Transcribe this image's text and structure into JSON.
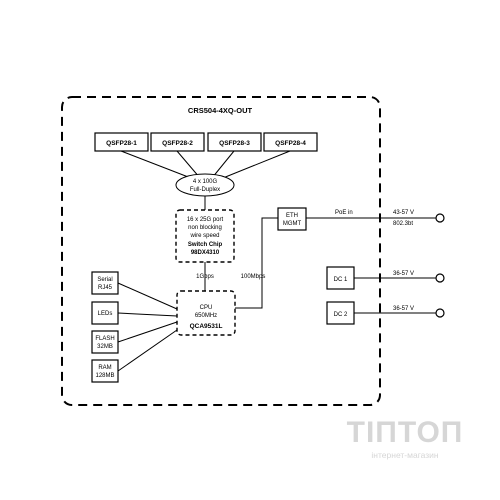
{
  "title": "CRS504-4XQ-OUT",
  "qsfp_ports": [
    "QSFP28-1",
    "QSFP28-2",
    "QSFP28-3",
    "QSFP28-4"
  ],
  "ports_bubble": [
    "4 x 100G",
    "Full-Duplex"
  ],
  "switch_chip": {
    "lines": [
      "16 x 25G port",
      "non blocking",
      "wire speed"
    ],
    "name": "Switch Chip",
    "model": "98DX4310"
  },
  "link_switch_cpu": "1Gbps",
  "link_cpu_eth": "100Mbps",
  "eth_mgmt": [
    "ETH",
    "MGMT"
  ],
  "poe_label": "PoE in",
  "poe_voltage": [
    "43-57 V",
    "802.3bt"
  ],
  "cpu": {
    "name": "CPU",
    "freq": "650MHz",
    "model": "QCA9531L"
  },
  "peripherals": [
    [
      "Serial",
      "RJ45"
    ],
    [
      "LEDs"
    ],
    [
      "FLASH",
      "32MB"
    ],
    [
      "RAM",
      "128MB"
    ]
  ],
  "dc_inputs": [
    {
      "label": "DC 1",
      "voltage": "36-57 V"
    },
    {
      "label": "DC 2",
      "voltage": "36-57 V"
    }
  ],
  "watermark": {
    "brand": "ТІПТОП",
    "tagline": "інтернет-магазин"
  }
}
